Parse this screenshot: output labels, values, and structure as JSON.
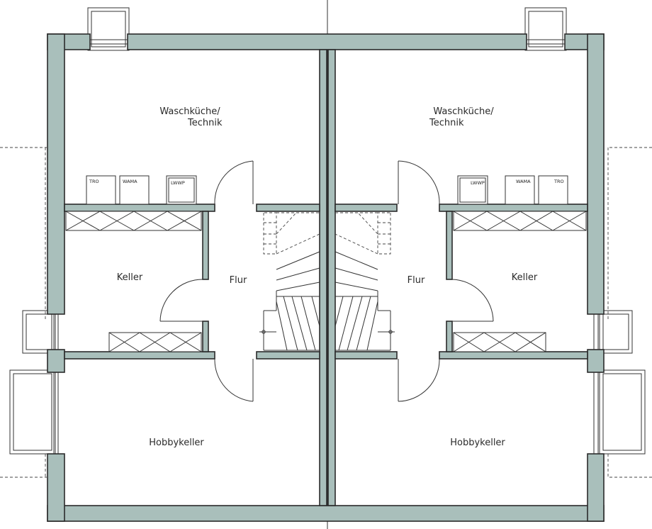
{
  "colors": {
    "wall_fill": "#a9bfbb",
    "wall_stroke": "#2b2b2b",
    "line": "#333333"
  },
  "left_unit": {
    "laundry_line1": "Waschküche/",
    "laundry_line2": "Technik",
    "cellar": "Keller",
    "hall": "Flur",
    "hobby": "Hobbykeller",
    "appliances": [
      "TRO",
      "WAMA",
      "LWWP"
    ]
  },
  "right_unit": {
    "laundry_line1": "Waschküche/",
    "laundry_line2": "Technik",
    "cellar": "Keller",
    "hall": "Flur",
    "hobby": "Hobbykeller",
    "appliances": [
      "LWWP",
      "WAMA",
      "TRO"
    ]
  }
}
